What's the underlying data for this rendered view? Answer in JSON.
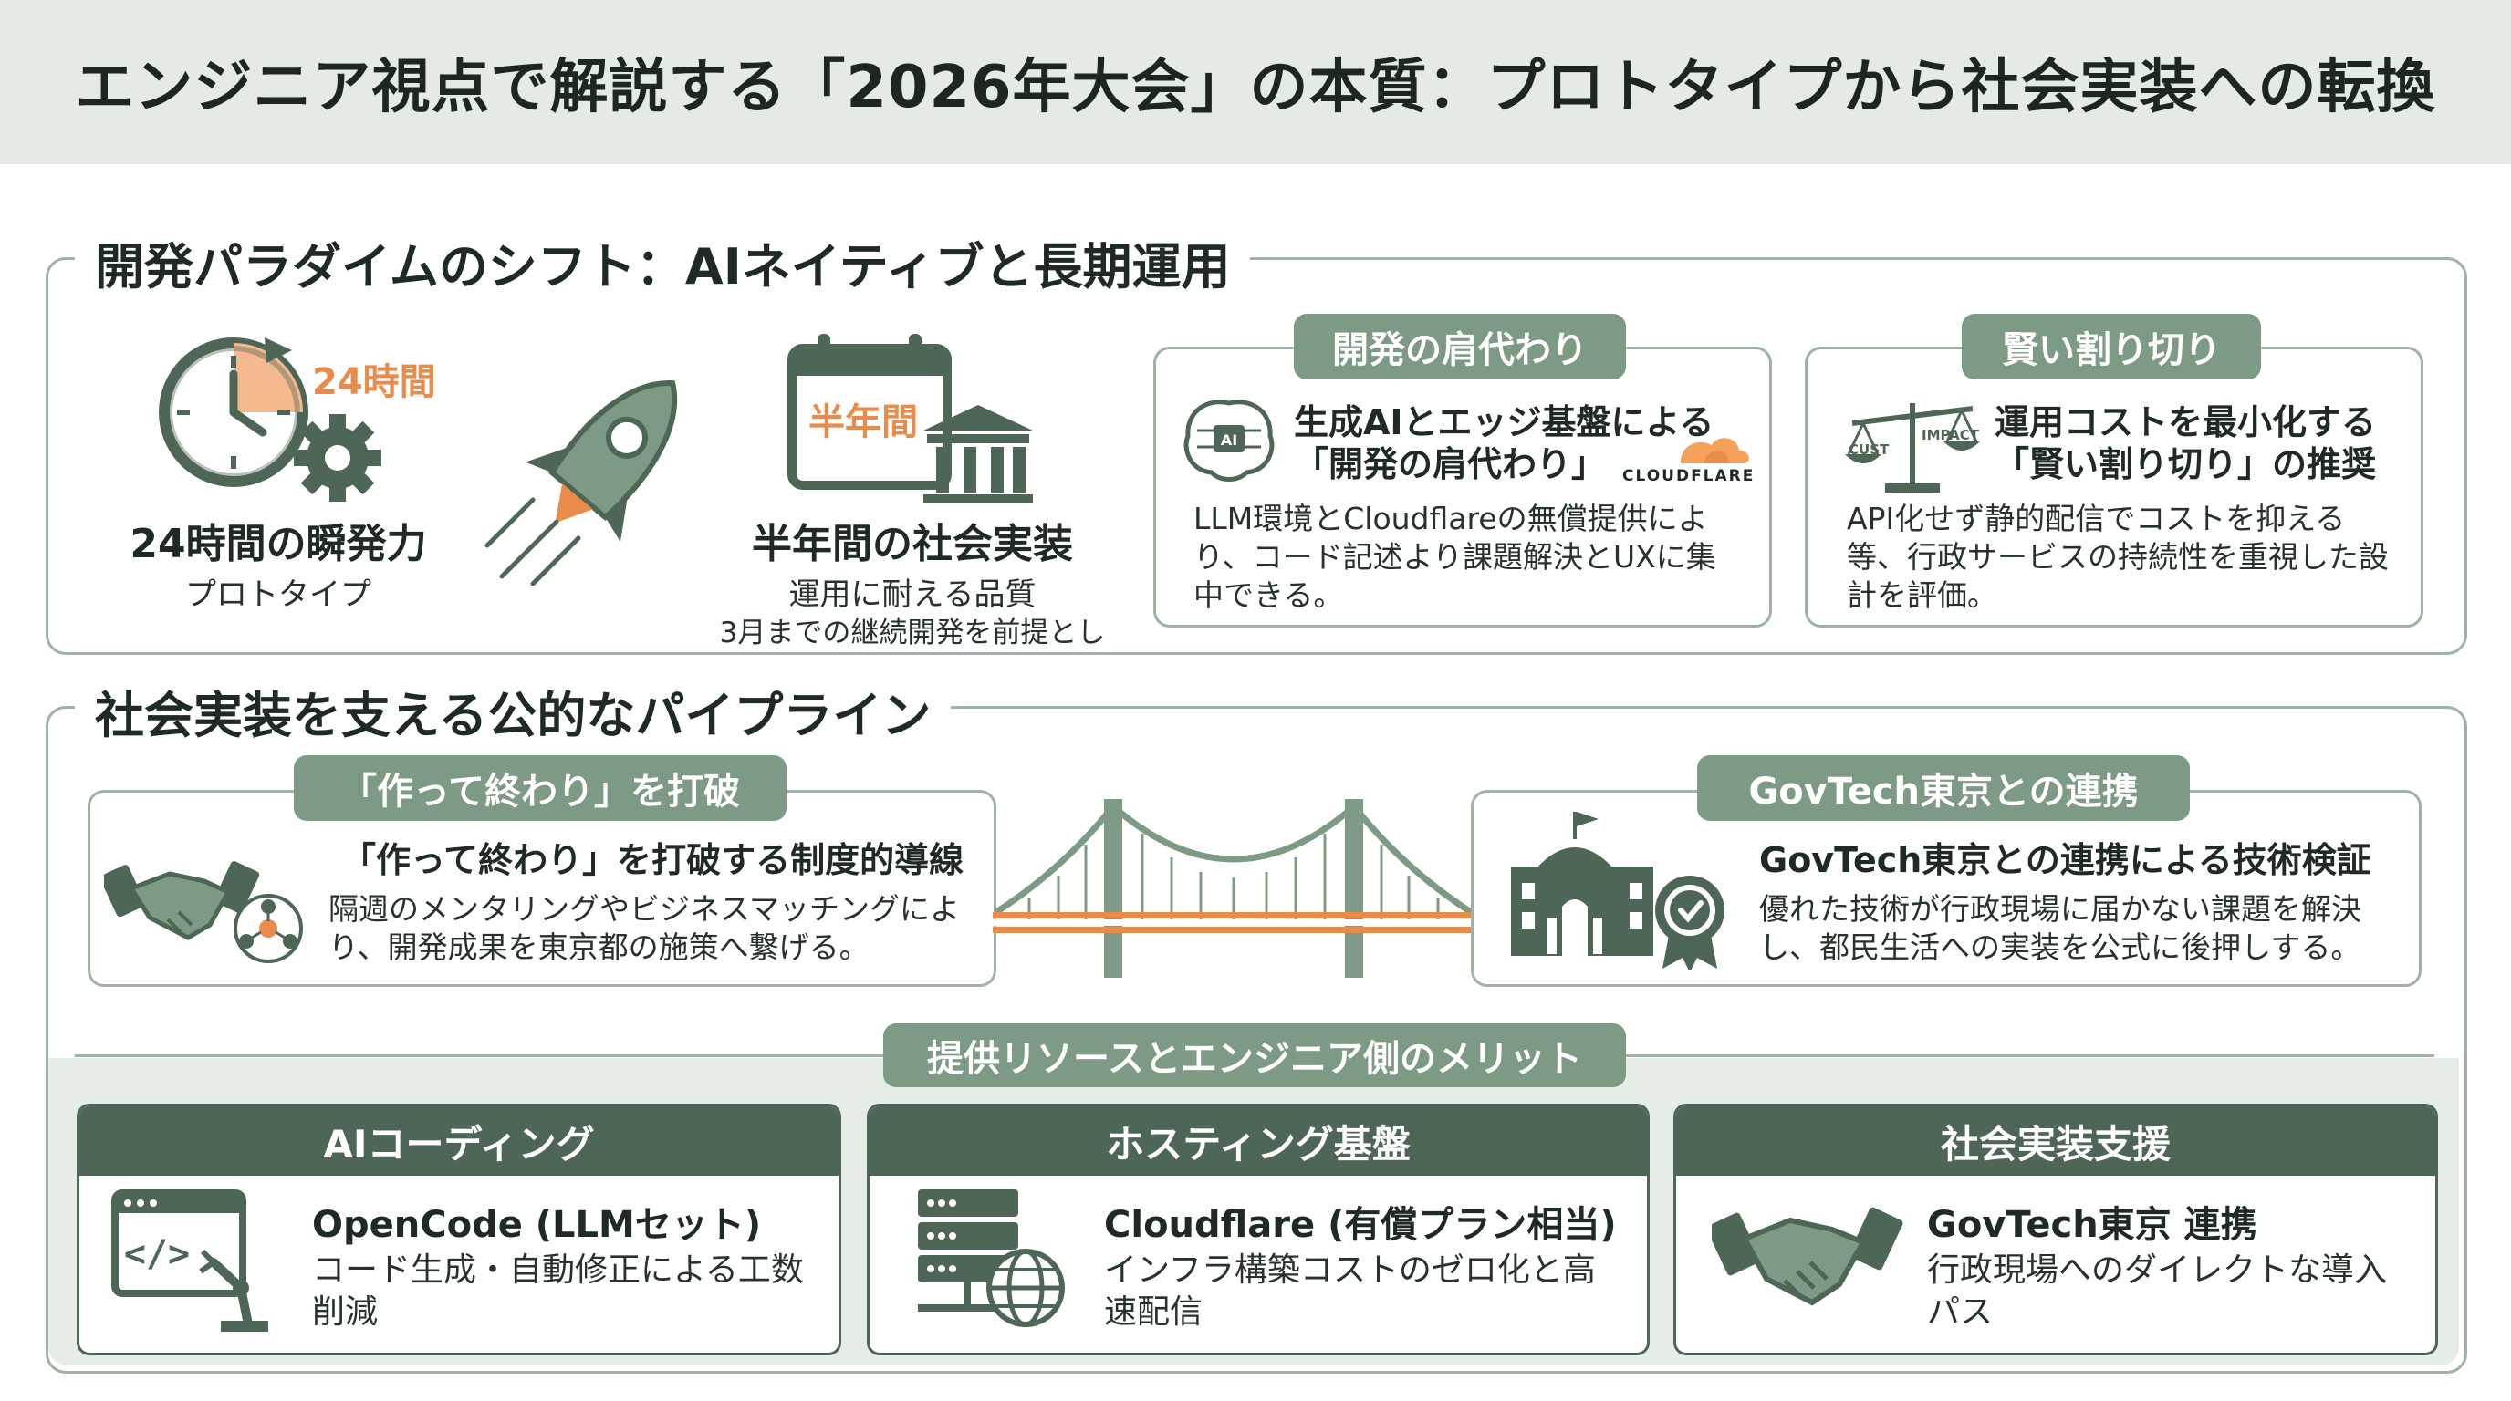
{
  "header": {
    "title": "エンジニア視点で解説する「2026年大会」の本質：プロトタイプから社会実装への転換"
  },
  "section1": {
    "title": "開発パラダイムのシフト：AIネイティブと長期運用",
    "badge_24h": "24時間",
    "label_24h": "24時間の瞬発力",
    "sub_24h": "プロトタイプ",
    "badge_half": "半年間",
    "label_half": "半年間の社会実装",
    "sub_half_1": "運用に耐える品質",
    "sub_half_2": "3月までの継続開発を前提とし",
    "card1": {
      "pill": "開発の肩代わり",
      "head_1": "生成AIとエッジ基盤による",
      "head_2": "「開発の肩代わり」",
      "logo_text": "CLOUDFLARE",
      "body": "LLM環境とCloudflareの無償提供により、コード記述より課題解決とUXに集中できる。"
    },
    "card2": {
      "pill": "賢い割り切り",
      "head_1": "運用コストを最小化する",
      "head_2": "「賢い割り切り」の推奨",
      "scale_left": "CUST",
      "scale_right": "IMPACT",
      "body": "API化せず静的配信でコストを抑える等、行政サービスの持続性を重視した設計を評価。"
    }
  },
  "section2": {
    "title": "社会実装を支える公的なパイプライン",
    "left": {
      "pill": "「作って終わり」を打破",
      "head": "「作って終わり」を打破する制度的導線",
      "body": "隔週のメンタリングやビジネスマッチングにより、開発成果を東京都の施策へ繋げる。"
    },
    "right": {
      "pill": "GovTech東京との連携",
      "head": "GovTech東京との連携による技術検証",
      "body": "優れた技術が行政現場に届かない課題を解決し、都民生活への実装を公式に後押しする。"
    },
    "resources_pill": "提供リソースとエンジニア側のメリット",
    "resources": [
      {
        "head": "AIコーディング",
        "title": "OpenCode (LLMセット)",
        "desc": "コード生成・自動修正による工数削減"
      },
      {
        "head": "ホスティング基盤",
        "title": "Cloudflare (有償プラン相当)",
        "desc": "インフラ構築コストのゼロ化と高速配信"
      },
      {
        "head": "社会実装支援",
        "title": "GovTech東京 連携",
        "desc": "行政現場へのダイレクトな導入パス"
      }
    ]
  },
  "colors": {
    "primary_dark": "#4d6656",
    "primary": "#7d9a84",
    "border": "#9fb2a3",
    "accent": "#e98c4b",
    "header_bg": "#e4ebe4"
  }
}
